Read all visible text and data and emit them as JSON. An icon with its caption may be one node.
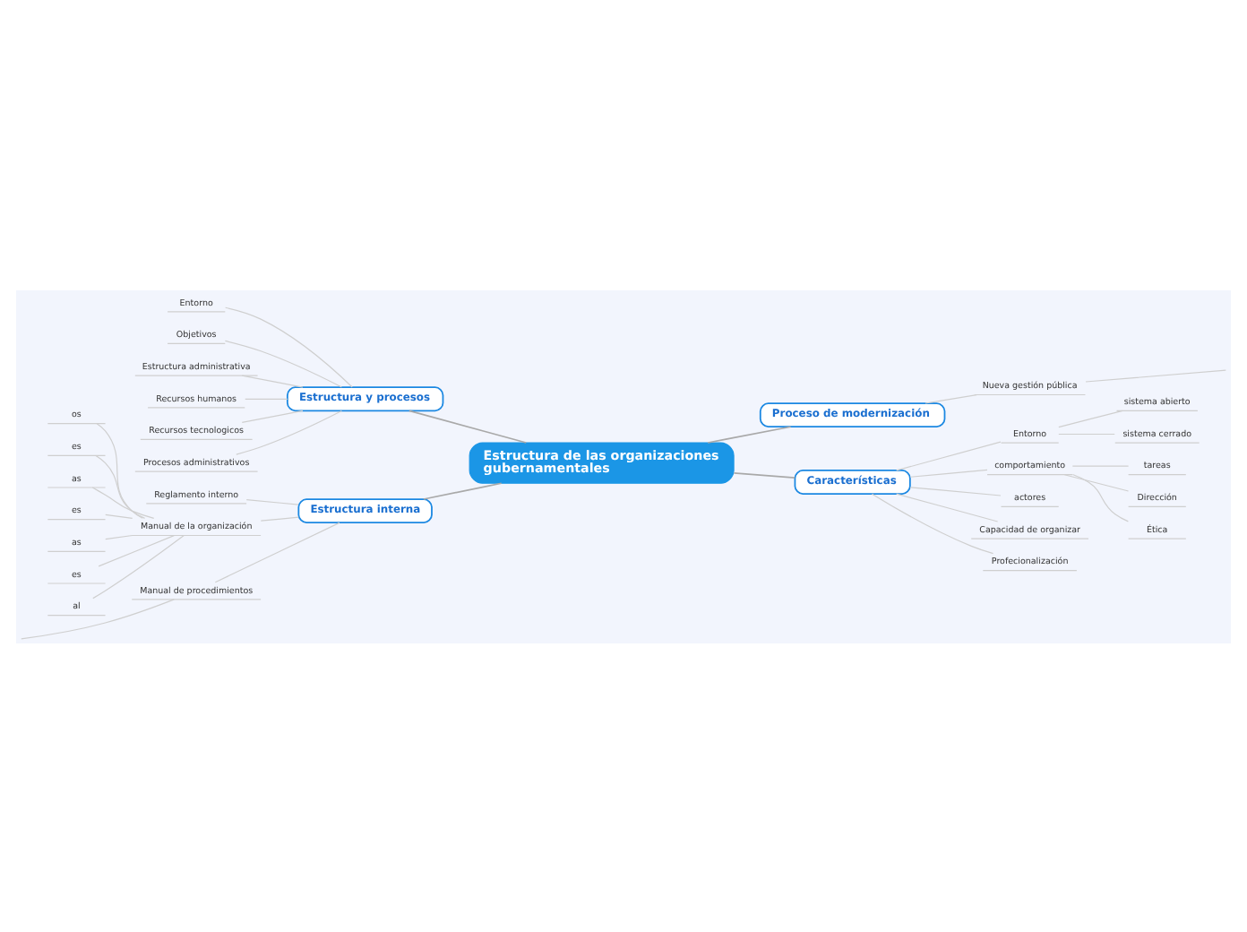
{
  "diagram": {
    "nodes": [
      {
        "text": [
          "Estructura de las organizaciones gubernamentales"
        ]
      },
      {
        "text": [
          "Estructura y procesos"
        ]
      },
      {
        "text": [
          "Entorno"
        ]
      },
      {
        "text": [
          "Objetivos"
        ]
      },
      {
        "text": [
          "Estructura administrativa"
        ]
      },
      {
        "text": [
          "Recursos humanos"
        ]
      },
      {
        "text": [
          "Recursos tecnologicos"
        ]
      },
      {
        "text": [
          "Procesos administrativos"
        ]
      },
      {
        "text": [
          "Estructura interna"
        ]
      },
      {
        "text": [
          "Reglamento interno"
        ]
      },
      {
        "text": [
          "Manual de la organización"
        ]
      },
      {
        "text": [
          "os"
        ]
      },
      {
        "text": [
          "es"
        ]
      },
      {
        "text": [
          "as"
        ]
      },
      {
        "text": [
          "es"
        ]
      },
      {
        "text": [
          "as"
        ]
      },
      {
        "text": [
          "es"
        ]
      },
      {
        "text": [
          "al"
        ]
      },
      {
        "text": [
          "Manual de procedimientos"
        ]
      },
      {
        "text": [
          "Proceso de modernización"
        ]
      },
      {
        "text": [
          "Nueva gestión pública"
        ]
      },
      {
        "text": [
          "Características"
        ]
      },
      {
        "text": [
          "Entorno"
        ]
      },
      {
        "text": [
          "sistema abierto"
        ]
      },
      {
        "text": [
          "sistema cerrado"
        ]
      },
      {
        "text": [
          "comportamiento"
        ]
      },
      {
        "text": [
          "tareas"
        ]
      },
      {
        "text": [
          "Dirección"
        ]
      },
      {
        "text": [
          "Ética"
        ]
      },
      {
        "text": [
          "actores"
        ]
      },
      {
        "text": [
          "Capacidad de organizar"
        ]
      },
      {
        "text": [
          "Profecionalización"
        ]
      }
    ],
    "edges": [
      {
        "from": 0,
        "to": 1,
        "arrow": "none",
        "color": "#a9a9a9"
      },
      {
        "from": 1,
        "to": 2,
        "arrow": "none"
      },
      {
        "from": 1,
        "to": 3,
        "arrow": "none"
      },
      {
        "from": 1,
        "to": 4,
        "arrow": "none"
      },
      {
        "from": 1,
        "to": 5,
        "arrow": "none"
      },
      {
        "from": 1,
        "to": 6,
        "arrow": "none"
      },
      {
        "from": 1,
        "to": 7,
        "arrow": "none"
      },
      {
        "from": 0,
        "to": 8,
        "arrow": "none",
        "color": "#a9a9a9"
      },
      {
        "from": 8,
        "to": 9,
        "arrow": "none"
      },
      {
        "from": 8,
        "to": 10,
        "arrow": "none"
      },
      {
        "from": 10,
        "to": 11,
        "arrow": "none"
      },
      {
        "from": 10,
        "to": 12,
        "arrow": "none"
      },
      {
        "from": 10,
        "to": 13,
        "arrow": "none"
      },
      {
        "from": 10,
        "to": 14,
        "arrow": "none"
      },
      {
        "from": 10,
        "to": 15,
        "arrow": "none"
      },
      {
        "from": 10,
        "to": 16,
        "arrow": "none"
      },
      {
        "from": 10,
        "to": 17,
        "arrow": "none"
      },
      {
        "from": 8,
        "to": 18,
        "arrow": "none"
      },
      {
        "from": 18,
        "to": null,
        "arrow": "none"
      },
      {
        "from": 0,
        "to": 19,
        "arrow": "none",
        "color": "#a9a9a9"
      },
      {
        "from": 19,
        "to": 20,
        "arrow": "none"
      },
      {
        "from": 20,
        "to": null,
        "arrow": "none"
      },
      {
        "from": 0,
        "to": 21,
        "arrow": "none",
        "color": "#a9a9a9"
      },
      {
        "from": 21,
        "to": 22,
        "arrow": "none"
      },
      {
        "from": 22,
        "to": 23,
        "arrow": "none"
      },
      {
        "from": 22,
        "to": 24,
        "arrow": "none"
      },
      {
        "from": 21,
        "to": 25,
        "arrow": "none"
      },
      {
        "from": 25,
        "to": 26,
        "arrow": "none"
      },
      {
        "from": 25,
        "to": 27,
        "arrow": "none"
      },
      {
        "from": 25,
        "to": 28,
        "arrow": "none"
      },
      {
        "from": 21,
        "to": 29,
        "arrow": "none"
      },
      {
        "from": 21,
        "to": 30,
        "arrow": "none"
      },
      {
        "from": 21,
        "to": 31,
        "arrow": "none"
      }
    ]
  }
}
